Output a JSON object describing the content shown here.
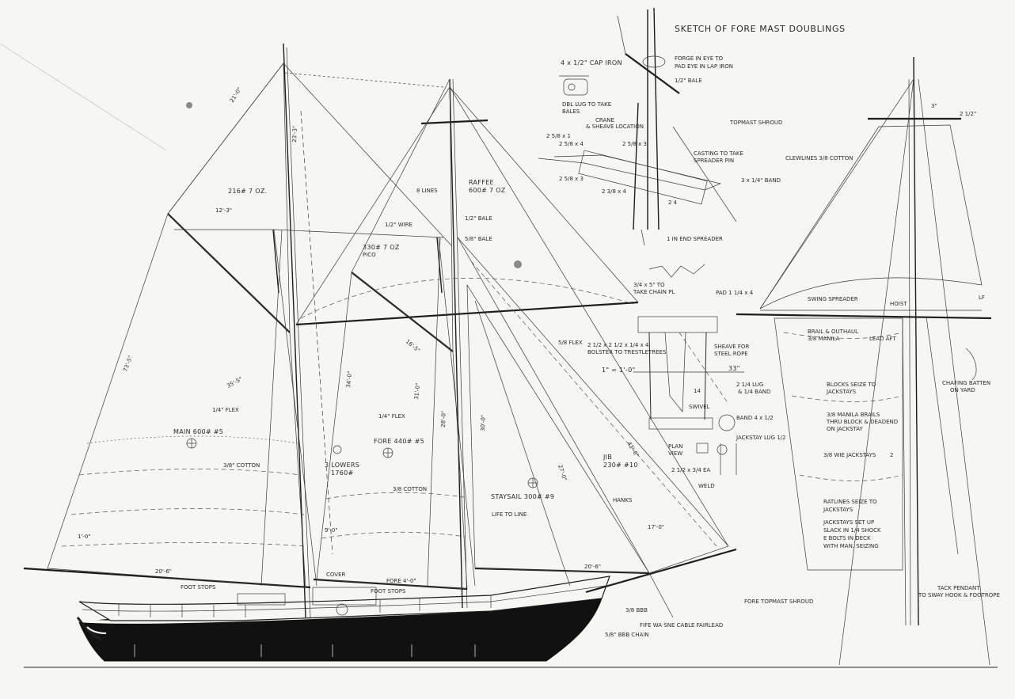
{
  "sketch": {
    "title": "SKETCH OF FORE MAST DOUBLINGS",
    "cap_iron": "4 x 1/2\" CAP IRON",
    "dbl_lug": "DBL LUG TO TAKE",
    "bales": "BALES",
    "forged_eye_1": "FORGE IN EYE TO",
    "forged_eye_2": "PAD EYE IN LAP IRON",
    "bale": "1/2\" BALE",
    "topmast_shroud": "TOPMAST SHROUD",
    "crane_1": "CRANE",
    "crane_2": "& SHEAVE LOCATION",
    "casting_1": "CASTING TO TAKE",
    "casting_2": "SPREADER PIN",
    "band": "3 x 1/4\" BAND",
    "end_spreader": "1 IN END SPREADER",
    "dim_a": "2 5/8 x 1",
    "dim_b": "2 5/8 x 4",
    "dim_c": "2 5/8 x 3",
    "dim_d": "2 5/8 x 3",
    "dim_e": "2 3/8 x 4",
    "dim_f": "2 4"
  },
  "bow_detail": {
    "chain_1": "3/4 x 5\" TO",
    "chain_2": "TAKE CHAIN PL",
    "pad": "PAD 1 1/4 x 4",
    "bolster": "2 1/2 x 2 1/2 x 1/4 x 4",
    "bolster_2": "BOLSTER TO TRESTLETREES",
    "dim1": "1\" = 1'-0\"",
    "sheave_1": "SHEAVE FOR",
    "sheave_2": "STEEL ROPE",
    "d33": "33\"",
    "d14": "14",
    "lug": "2 1/4 LUG",
    "band_lug": "& 1/4 BAND",
    "band": "BAND 4 x 1/2",
    "swivel": "SWIVEL",
    "jackstay_lug": "JACKSTAY LUG 1/2",
    "plan": "PLAN",
    "view": "VIEW",
    "ea": "2 1/2 x 3/4 EA",
    "weld": "WELD"
  },
  "sail_plan": {
    "main": "MAIN 600# #5",
    "fore": "FORE 440# #5",
    "raffee_1": "RAFFEE",
    "raffee_2": "600# 7 OZ",
    "main_top": "216# 7 OZ.",
    "fore_top": "330# 7 OZ",
    "fore_top_2": "PICO",
    "staysail": "STAYSAIL 300# #9",
    "jib": "JIB",
    "jib_w": "230# #10",
    "lowers": "3 LOWERS",
    "lowers_w": "1760#",
    "blocks": "8 LINES",
    "bale_1": "1/2\" BALE",
    "bale_2": "5/8\" BALE",
    "wire": "1/2\" WIRE",
    "flex_1": "1/4\" FLEX",
    "flex_2": "1/4\" FLEX",
    "flex_3": "5/8 FLEX",
    "cotton_1": "3/8\" COTTON",
    "cotton_2": "3/8 COTTON",
    "life_line": "LIFE TO LINE",
    "hanks": "HANKS",
    "d_21": "21'-0\"",
    "d_12": "12'-3\"",
    "d_20": "20'-6\"",
    "d_20b": "20'-6\"",
    "d_17": "17'-0\"",
    "d_42": "42'-6\"",
    "d_73": "73'-5\"",
    "d_35": "35'-5\"",
    "d_34": "34'-0\"",
    "d_31": "31'-0\"",
    "d_28": "28'-0\"",
    "d_30": "30'-0\"",
    "d_27": "27'-0\"",
    "d_23": "23'-3\"",
    "d_16": "16'-5\"",
    "d_9": "9'-0\"",
    "d_1": "1'-0\"",
    "foot_stops": "FOOT STOPS",
    "foot_stops_2": "FOOT STOPS",
    "chain": "5/8\" BBB CHAIN",
    "chain_2": "3/8 BBB",
    "stay_note": "FIFE WA SNE CABLE FAIRLEAD",
    "cover": "COVER",
    "d_fore": "FORE 4'-0\""
  },
  "rig_front": {
    "clewline": "CLEWLINES 3/8 COTTON",
    "swing_spreader": "SWING SPREADER",
    "hoist": "HOIST",
    "brails_1": "BRAIL & OUTHAUL",
    "brails_2": "3/8 MANILA",
    "lead_aft": "LEAD AFT",
    "blocks_1": "BLOCKS SEIZE TO",
    "blocks_2": "JACKSTAYS",
    "manila_1": "3/8 MANILA BRAILS",
    "manila_2": "THRU BLOCK & DEADEND",
    "manila_3": "ON JACKSTAY",
    "jackstays": "3/8 WIE JACKSTAYS",
    "jack_n": "2",
    "ratlines_1": "RATLINES SEIZE TO",
    "ratlines_2": "JACKSTAYS",
    "jack_set_1": "JACKSTAYS SET UP",
    "jack_set_2": "SLACK IN 1/4 SHOCK",
    "jack_set_3": "E BOLTS IN DECK",
    "jack_set_4": "WITH MAN. SEIZING",
    "chafing_1": "CHAFING BATTEN",
    "chafing_2": "ON YARD",
    "fore_topmast": "FORE TOPMAST SHROUD",
    "tack_1": "TACK PENDANT",
    "tack_2": "TO SWAY HOOK & FOOTROPE",
    "yard_dim": "3\"",
    "yard_dim_2": "2 1/2\"",
    "lf": "LF"
  },
  "colors": {
    "ink": "#1e1e1e",
    "paper": "#f6f6f3",
    "hull": "#111111",
    "scanner_dot": "#8a8a8a"
  }
}
